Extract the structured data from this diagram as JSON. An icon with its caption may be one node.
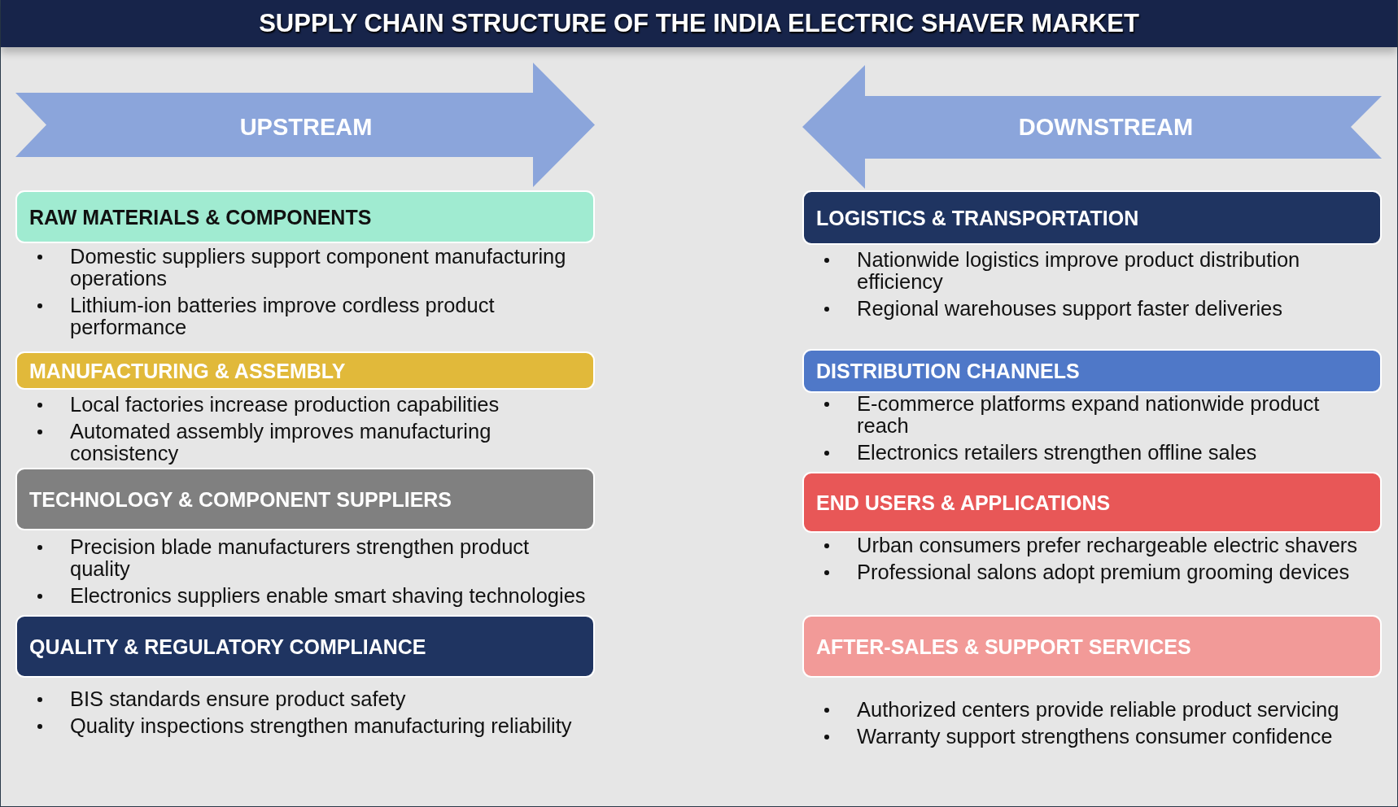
{
  "diagram": {
    "title": "SUPPLY CHAIN STRUCTURE OF THE INDIA ELECTRIC SHAVER MARKET",
    "nodes": [
      {
        "text": [
          "UPSTREAM"
        ]
      },
      {
        "text": [
          "DOWNSTREAM"
        ]
      },
      {
        "text": [
          "RAW MATERIALS & COMPONENTS"
        ],
        "beside": [
          "Domestic suppliers support component manufacturing operations",
          "Lithium-ion batteries improve cordless product performance"
        ]
      },
      {
        "text": [
          "MANUFACTURING & ASSEMBLY"
        ],
        "beside": [
          "Local factories increase production capabilities",
          "Automated assembly improves manufacturing consistency"
        ]
      },
      {
        "text": [
          "TECHNOLOGY & COMPONENT SUPPLIERS"
        ],
        "beside": [
          "Precision blade manufacturers strengthen product quality",
          "Electronics suppliers enable smart shaving technologies"
        ]
      },
      {
        "text": [
          "QUALITY & REGULATORY COMPLIANCE"
        ],
        "beside": [
          "BIS standards ensure product safety",
          "Quality inspections strengthen manufacturing reliability"
        ]
      },
      {
        "text": [
          "LOGISTICS & TRANSPORTATION"
        ],
        "beside": [
          "Nationwide logistics improve product distribution efficiency",
          "Regional warehouses support faster deliveries"
        ]
      },
      {
        "text": [
          "DISTRIBUTION CHANNELS"
        ],
        "beside": [
          "E-commerce platforms expand nationwide product reach",
          "Electronics retailers strengthen offline sales"
        ]
      },
      {
        "text": [
          "END USERS & APPLICATIONS"
        ],
        "beside": [
          "Urban consumers prefer rechargeable electric shavers",
          "Professional salons adopt premium grooming devices"
        ]
      },
      {
        "text": [
          "AFTER-SALES & SUPPORT SERVICES"
        ],
        "beside": [
          "Authorized centers provide reliable product servicing",
          "Warranty support strengthens consumer confidence"
        ]
      }
    ]
  }
}
